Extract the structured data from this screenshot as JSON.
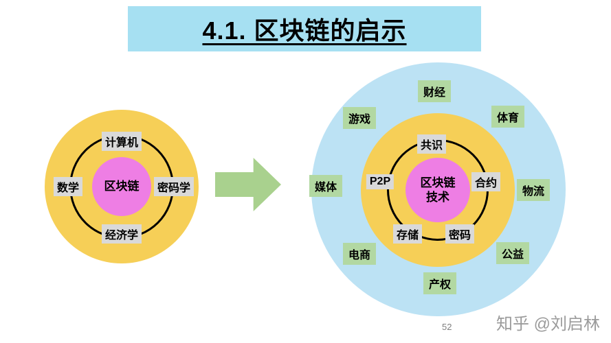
{
  "title": "4.1. 区块链的启示",
  "left_diagram": {
    "center_label": "区块链",
    "ring_labels": [
      "计算机",
      "数学",
      "密码学",
      "经济学"
    ]
  },
  "arrow_icon": "right-arrow",
  "right_diagram": {
    "center_label_line1": "区块链",
    "center_label_line2": "技术",
    "ring_labels": [
      "共识",
      "P2P",
      "合约",
      "存储",
      "密码"
    ],
    "application_labels": [
      "财经",
      "游戏",
      "体育",
      "媒体",
      "物流",
      "电商",
      "公益",
      "产权"
    ]
  },
  "footer": {
    "page_number": "52",
    "watermark": "知乎 @刘启林"
  },
  "colors": {
    "title_bg": "#A6E0F2",
    "core_yellow": "#F6CF57",
    "core_pink": "#EE7EE4",
    "ecosystem_blue": "#BCE2F4",
    "application_green": "#B2D8A2",
    "ring_label_gray": "#D9D9D9",
    "arrow_green": "#A9D18E"
  }
}
